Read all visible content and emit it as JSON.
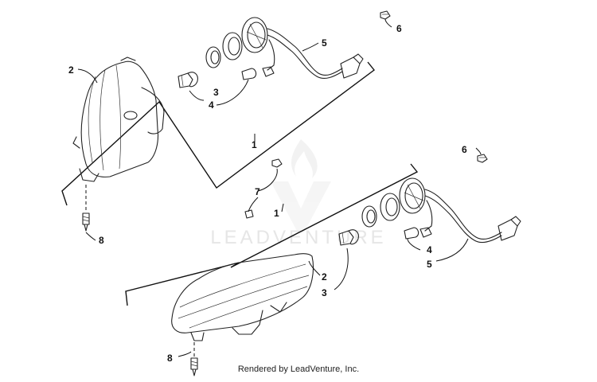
{
  "watermark": {
    "text": "LEADVENTURE"
  },
  "footer": {
    "text": "Rendered by LeadVenture, Inc."
  },
  "callouts": {
    "upper": {
      "c1": "1",
      "c2": "2",
      "c3": "3",
      "c4": "4",
      "c5": "5",
      "c6": "6",
      "c7": "7",
      "c8": "8"
    },
    "lower": {
      "c1": "1",
      "c2": "2",
      "c3": "3",
      "c4": "4",
      "c5": "5",
      "c6": "6",
      "c8": "8"
    }
  }
}
